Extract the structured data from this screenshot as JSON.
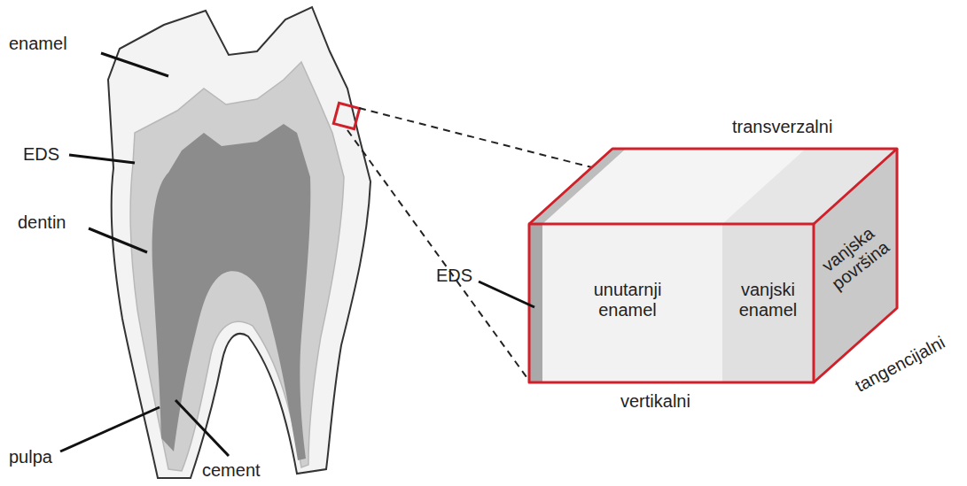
{
  "diagram": {
    "labels": [
      "enamel",
      "EDS",
      "dentin",
      "pulpa",
      "cement",
      "EDS",
      "unutarnji enamel",
      "vanjski enamel",
      "vanjska površina",
      "transverzalni",
      "vertikalni",
      "tangencijalni"
    ]
  }
}
